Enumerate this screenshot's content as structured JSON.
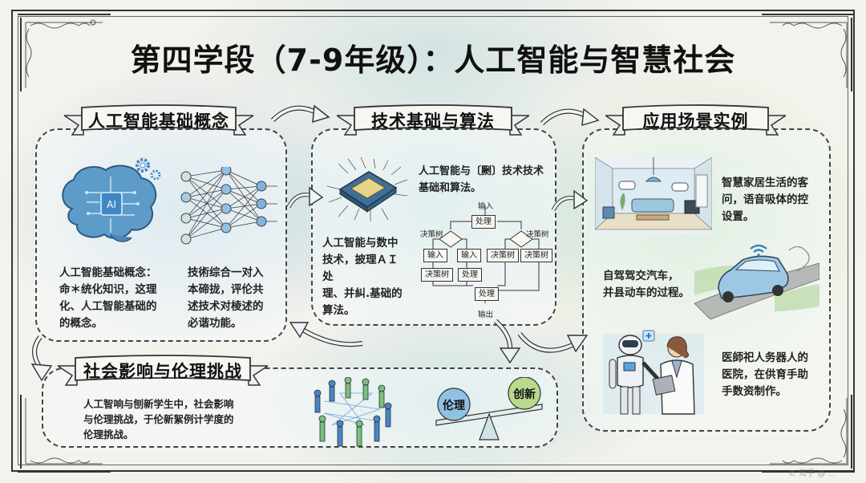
{
  "title": "第四学段（7-9年级）：人工智能与智慧社会",
  "colors": {
    "panel_border": "#444444",
    "wash_blue": "#96c3dc",
    "wash_teal": "#a0d2d7",
    "wash_green": "#aad7b4",
    "ink": "#222222"
  },
  "panels": {
    "basics": {
      "heading": "人工智能基础概念",
      "brain_badge": "AI",
      "text_left": "人工智能基础概念：\n命＊统化知识，这理化、人工智能基础的的概念。",
      "text_left_lines": [
        "人工智能基础概念：",
        "命＊统化知识，这理",
        "化、人工智能基础的",
        "的概念。"
      ],
      "text_right_lines": [
        "技術综合一对入",
        "本碲拢，评伦共",
        "述技术对棱述的",
        "必谐功能。"
      ],
      "icons": [
        "brain-circuit-icon",
        "gear-icon",
        "neural-network-icon"
      ]
    },
    "tech": {
      "heading": "技术基础与算法",
      "text_top_lines": [
        "人工智能与〔劂〕技术技术",
        "基础和算法。"
      ],
      "text_left_lines": [
        "人工智能与数中",
        "技术，披理ＡＩ 处",
        "理、并糾.基础的",
        "算法。"
      ],
      "flowchart": {
        "input": "输入",
        "process_top": "处理",
        "decision_left_label": "决策树",
        "decision_right_label": "决策树",
        "boxes_row1": [
          "输入",
          "输入",
          "决策树",
          "决策树"
        ],
        "boxes_row2": [
          "决策树",
          "处理"
        ],
        "process_bottom": "处理",
        "output": "输出"
      },
      "icons": [
        "chip-icon"
      ]
    },
    "apps": {
      "heading": "应用场景实例",
      "items": [
        {
          "icon": "smart-home-icon",
          "lines": [
            "智慧家居生活的客",
            "问，语音吸体的控",
            "设置。"
          ]
        },
        {
          "icon": "self-driving-car-icon",
          "lines": [
            "自驾驾交汽车，",
            "并县动车的过程。"
          ]
        },
        {
          "icon": "medical-robot-icon",
          "lines": [
            "医師祀人务器人的",
            "医院，在供育手助",
            "手数资制作。"
          ]
        }
      ]
    },
    "ethics": {
      "heading": "社会影响与伦理挑战",
      "text_lines": [
        "人工智响与刨新学生中，社会影响",
        "与伦理挑战，于伦新絮例计学度的",
        "伦理挑战。"
      ],
      "balance": {
        "left": "伦理",
        "right": "创新"
      },
      "icons": [
        "people-network-icon",
        "balance-scale-icon"
      ]
    }
  },
  "watermark": "© 知乎 @ ..."
}
